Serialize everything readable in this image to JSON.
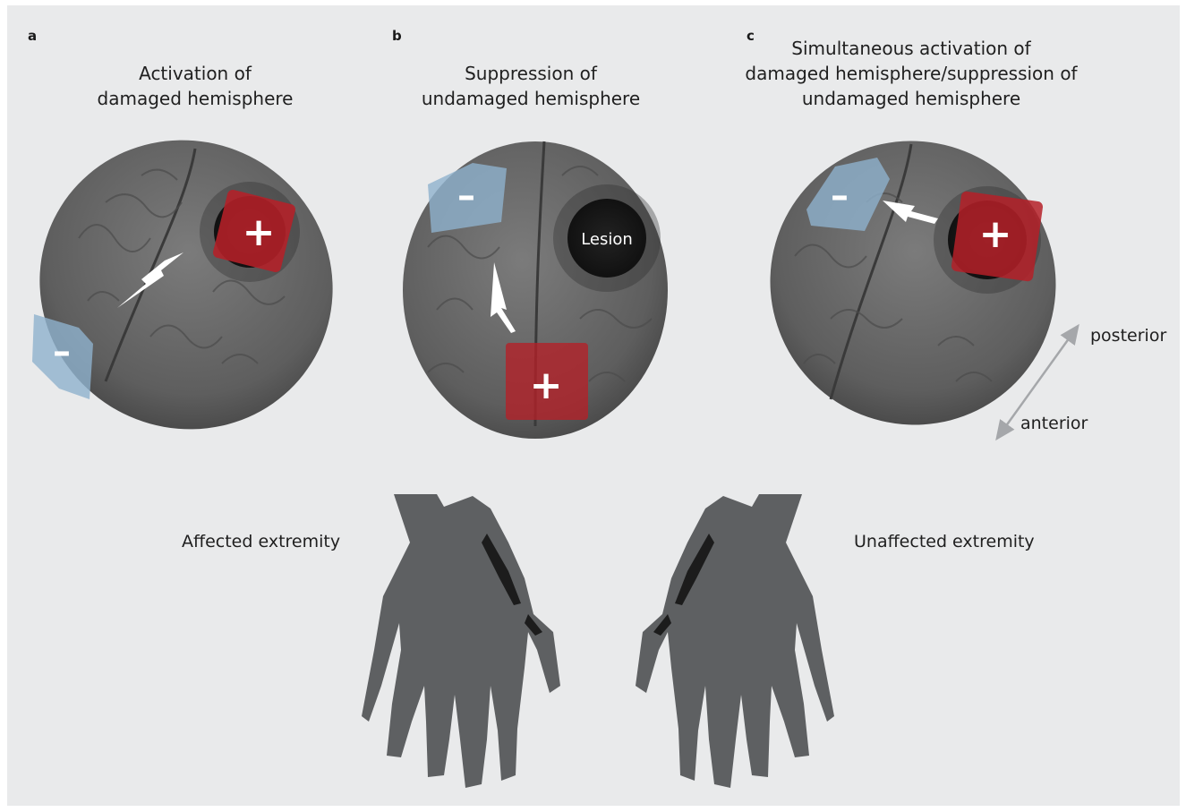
{
  "panels": [
    {
      "letter": "a",
      "title_lines": [
        "Activation of",
        "damaged hemisphere"
      ]
    },
    {
      "letter": "b",
      "title_lines": [
        "Suppression of",
        "undamaged hemisphere"
      ]
    },
    {
      "letter": "c",
      "title_lines": [
        "Simultaneous activation of",
        "damaged hemisphere/suppression of",
        "undamaged hemisphere"
      ]
    }
  ],
  "lesion_label": "Lesion",
  "orientation": {
    "posterior": "posterior",
    "anterior": "anterior"
  },
  "extremities": {
    "affected": "Affected extremity",
    "unaffected": "Unaffected extremity"
  },
  "signs": {
    "plus": "+",
    "minus": "–"
  },
  "colors": {
    "figure_bg": "#e9eaeb",
    "brain": "#6b6b6b",
    "activation": "#b52028",
    "suppression": "#8fb2cd",
    "lesion": "#1b1b1b",
    "hand": "#5e6062"
  }
}
